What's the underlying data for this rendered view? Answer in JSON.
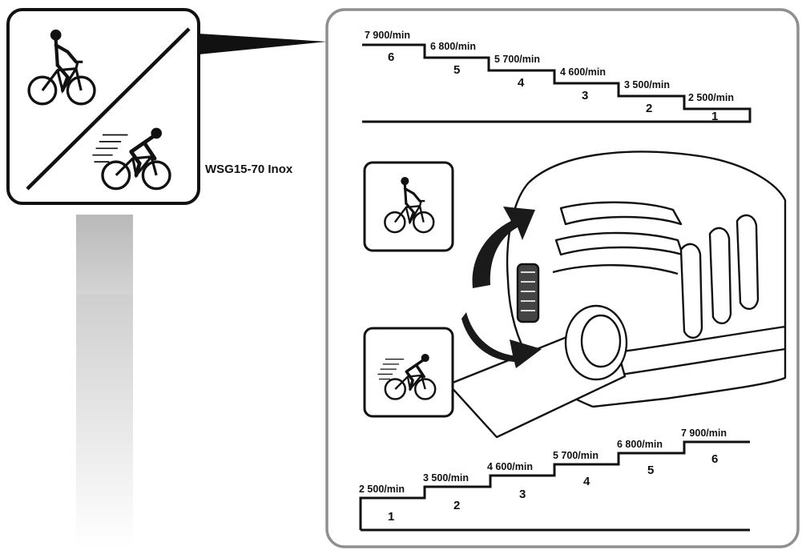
{
  "model_label": "WSG15-70 Inox",
  "icons": {
    "slow_mode": "slow-cyclist-icon",
    "fast_mode": "fast-cyclist-icon",
    "rotate": "curved-arrow-icon",
    "tool": "angle-grinder-icon"
  },
  "top_scale": {
    "steps": [
      {
        "step": "6",
        "speed": "7 900/min"
      },
      {
        "step": "5",
        "speed": "6 800/min"
      },
      {
        "step": "4",
        "speed": "5 700/min"
      },
      {
        "step": "3",
        "speed": "4 600/min"
      },
      {
        "step": "2",
        "speed": "3 500/min"
      },
      {
        "step": "1",
        "speed": "2 500/min"
      }
    ]
  },
  "bottom_scale": {
    "steps": [
      {
        "step": "1",
        "speed": "2 500/min"
      },
      {
        "step": "2",
        "speed": "3 500/min"
      },
      {
        "step": "3",
        "speed": "4 600/min"
      },
      {
        "step": "4",
        "speed": "5 700/min"
      },
      {
        "step": "5",
        "speed": "6 800/min"
      },
      {
        "step": "6",
        "speed": "7 900/min"
      }
    ]
  }
}
